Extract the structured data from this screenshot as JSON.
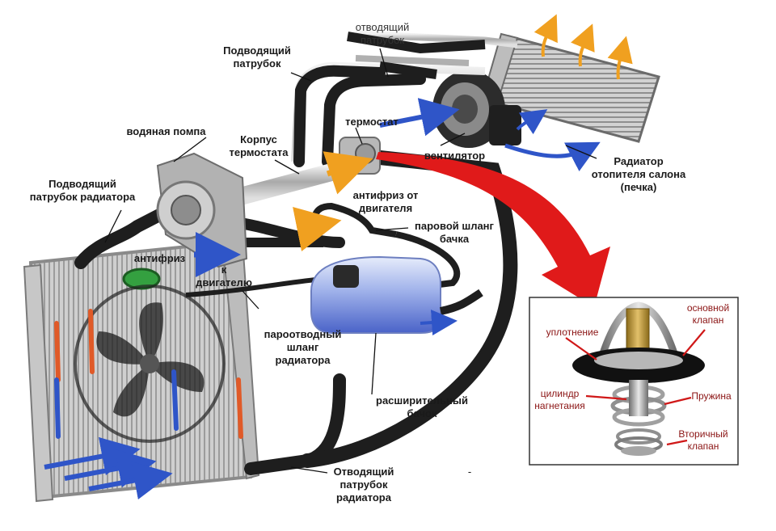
{
  "labels": {
    "outlet_pipe": "отводящий\nпатрубок",
    "inlet_pipe": "Подводящий\nпатрубок",
    "thermostat": "термостат",
    "water_pump": "водяная помпа",
    "thermostat_housing": "Корпус\nтермостата",
    "fan": "вентилятор",
    "heater_radiator": "Радиатор\nотопителя салона\n(печка)",
    "radiator_inlet_pipe": "Подводящий\nпатрубок радиатора",
    "coolant_from_engine": "антифриз от\nдвигателя",
    "tank_steam_hose": "паровой шланг\nбачка",
    "coolant_to_engine_1": "антифриз",
    "coolant_to_engine_2": "к\nдвигателю",
    "radiator_steam_hose": "пароотводный\nшланг\nрадиатора",
    "expansion_tank": "расширительный\nбачок",
    "radiator_outlet_pipe": "Отводящий\nпатрубок\nрадиатора",
    "dash": "-"
  },
  "thermostat_detail": {
    "seal": "уплотнение",
    "main_valve": "основной\nклапан",
    "cylinder": "цилиндр\nнагнетания",
    "spring": "Пружина",
    "secondary_valve": "Вторичный\nклапан"
  },
  "colors": {
    "arrow_red": "#e01a1a",
    "coolant_blue": "#2f55c8",
    "hot_orange": "#f0a020",
    "detail_text": "#8b1414",
    "hose": "#1e1e1e"
  }
}
